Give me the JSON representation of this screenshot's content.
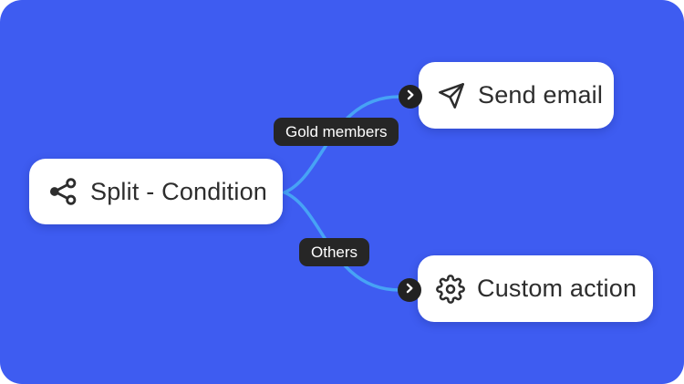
{
  "theme": {
    "canvas-bg": "#3E5CF1",
    "connector": "#47A3F5",
    "pill-bg": "#262626",
    "pill-text": "#FFFFFF",
    "node-bg": "#FFFFFF",
    "node-text": "#2D2D2D",
    "badge-bg": "#222222"
  },
  "flow": {
    "source_node": {
      "label": "Split - Condition",
      "icon": "split-branch-icon"
    },
    "branches": [
      {
        "label": "Gold members",
        "target_node": {
          "label": "Send email",
          "icon": "send-email-icon"
        }
      },
      {
        "label": "Others",
        "target_node": {
          "label": "Custom action",
          "icon": "gear-icon"
        }
      }
    ]
  }
}
